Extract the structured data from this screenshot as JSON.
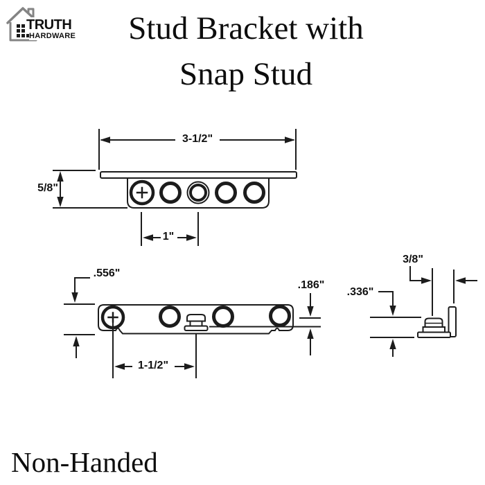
{
  "logo": {
    "brand": "TRUTH",
    "sub": "HARDWARE"
  },
  "title": {
    "line1": "Stud Bracket with",
    "line2": "Snap Stud"
  },
  "views": {
    "top_view": {
      "dim_width": "3-1/2\"",
      "dim_height": "5/8\"",
      "dim_hole_spacing": "1\""
    },
    "side_view": {
      "dim_height": ".556\"",
      "dim_flange_thickness": ".186\"",
      "dim_stud_spacing": "1-1/2\""
    },
    "end_view": {
      "dim_stud_offset": "3/8\"",
      "dim_stud_height": ".336\""
    }
  },
  "footer": {
    "handing": "Non-Handed"
  },
  "colors": {
    "line": "#1c1c1c",
    "text": "#111111",
    "logo_gray": "#848484",
    "background": "#ffffff"
  }
}
